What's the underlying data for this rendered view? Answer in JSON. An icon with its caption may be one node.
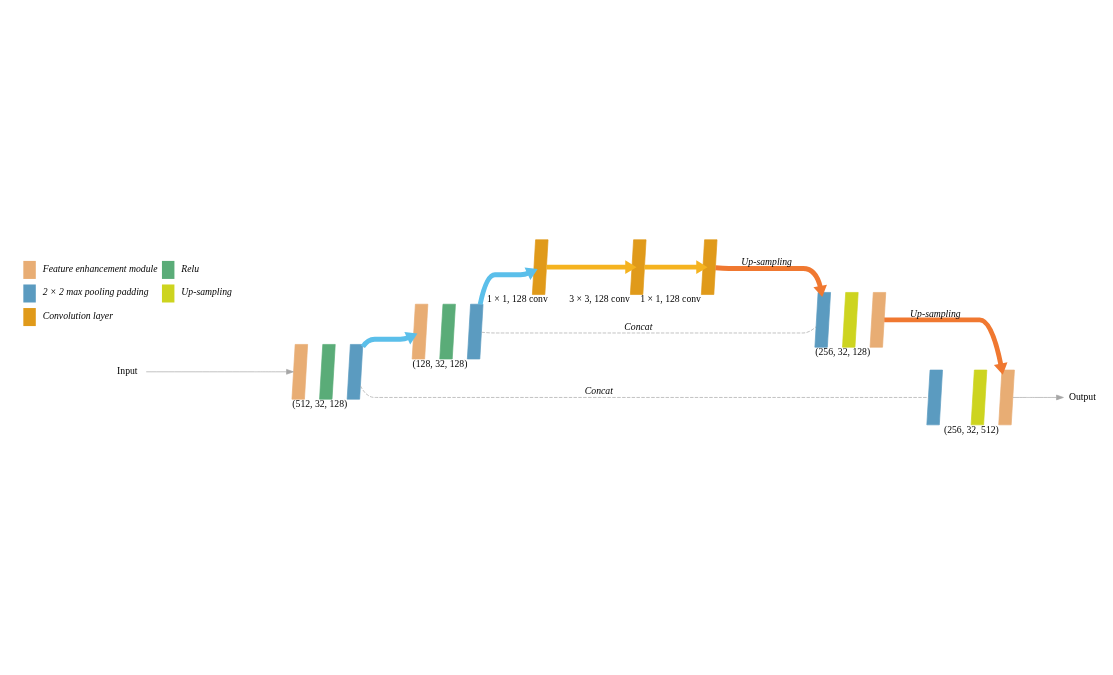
{
  "diagram": {
    "nodes": [
      {
        "text": [
          "Input"
        ]
      },
      {
        "text": [],
        "shape": "parallelogram"
      },
      {
        "text": [],
        "shape": "parallelogram"
      },
      {
        "text": [],
        "shape": "parallelogram",
        "beside": [
          "(512, 32, 128)"
        ]
      },
      {
        "text": [],
        "shape": "parallelogram"
      },
      {
        "text": [],
        "shape": "parallelogram"
      },
      {
        "text": [],
        "shape": "parallelogram",
        "beside": [
          "(128, 32, 128)"
        ]
      },
      {
        "text": [],
        "shape": "parallelogram",
        "beside": [
          "1 × 1, 128 conv"
        ]
      },
      {
        "text": [],
        "shape": "parallelogram",
        "beside": [
          "3 × 3, 128 conv"
        ]
      },
      {
        "text": [],
        "shape": "parallelogram",
        "beside": [
          "1 × 1, 128 conv"
        ]
      },
      {
        "text": [],
        "shape": "parallelogram"
      },
      {
        "text": [],
        "shape": "parallelogram"
      },
      {
        "text": [],
        "shape": "parallelogram",
        "beside": [
          "(256, 32, 128)"
        ]
      },
      {
        "text": [],
        "shape": "parallelogram"
      },
      {
        "text": [],
        "shape": "parallelogram"
      },
      {
        "text": [],
        "shape": "parallelogram",
        "beside": [
          "(256, 32, 512)"
        ]
      },
      {
        "text": [
          "Output"
        ]
      }
    ],
    "edges": [
      {
        "from": 0,
        "to": 1,
        "arrow": "to",
        "color": "#a6a6a6"
      },
      {
        "from": 3,
        "to": 4,
        "arrow": "to",
        "color": "#5bbfea"
      },
      {
        "from": 3,
        "to": 13,
        "arrow": "none",
        "style": "dashed",
        "label": "Concat",
        "color": "#a6a6a6"
      },
      {
        "from": 6,
        "to": 7,
        "arrow": "to",
        "color": "#5bbfea"
      },
      {
        "from": 6,
        "to": 10,
        "arrow": "none",
        "style": "dashed",
        "label": "Concat",
        "color": "#a6a6a6"
      },
      {
        "from": 7,
        "to": 8,
        "arrow": "to",
        "color": "#f5b31f"
      },
      {
        "from": 8,
        "to": 9,
        "arrow": "to",
        "color": "#f5b31f"
      },
      {
        "from": 9,
        "to": 10,
        "arrow": "to",
        "label": "Up-sampling",
        "color": "#f07830"
      },
      {
        "from": 12,
        "to": 15,
        "arrow": "to",
        "label": "Up-sampling",
        "color": "#f07830"
      },
      {
        "from": 15,
        "to": 16,
        "arrow": "to",
        "color": "#a6a6a6"
      }
    ],
    "legend": [
      {
        "text": "Feature enhancement module",
        "color": "#e8ad74"
      },
      {
        "text": "Relu",
        "color": "#5aac78"
      },
      {
        "text": "2 × 2 max pooling padding",
        "color": "#5b9bc0"
      },
      {
        "text": "Up-sampling",
        "color": "#cdd41f"
      },
      {
        "text": "Convolution layer",
        "color": "#e09a1a"
      }
    ]
  }
}
